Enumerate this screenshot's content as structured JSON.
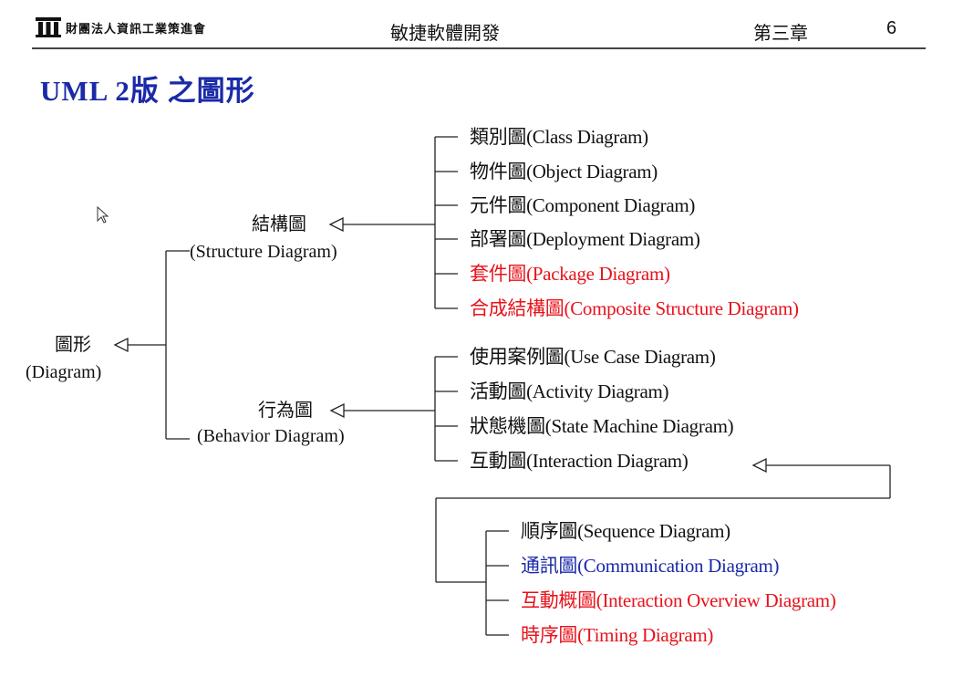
{
  "header": {
    "org": "財團法人資訊工業策進會",
    "course": "敏捷軟體開發",
    "chapter": "第三章",
    "page_number": "6"
  },
  "title": "UML 2版 之圖形",
  "root": {
    "zh": "圖形",
    "en": "(Diagram)"
  },
  "structure": {
    "zh": "結構圖",
    "en": "(Structure Diagram)",
    "items": [
      {
        "label": "類別圖(Class Diagram)",
        "color": "#111111"
      },
      {
        "label": "物件圖(Object Diagram)",
        "color": "#111111"
      },
      {
        "label": "元件圖(Component Diagram)",
        "color": "#111111"
      },
      {
        "label": "部署圖(Deployment Diagram)",
        "color": "#111111"
      },
      {
        "label": "套件圖(Package Diagram)",
        "color": "#e8121b"
      },
      {
        "label": "合成結構圖(Composite Structure Diagram)",
        "color": "#e8121b"
      }
    ]
  },
  "behavior": {
    "zh": "行為圖",
    "en": "(Behavior Diagram)",
    "items": [
      {
        "label": "使用案例圖(Use Case Diagram)",
        "color": "#111111"
      },
      {
        "label": "活動圖(Activity Diagram)",
        "color": "#111111"
      },
      {
        "label": "狀態機圖(State Machine Diagram)",
        "color": "#111111"
      },
      {
        "label": "互動圖(Interaction Diagram)",
        "color": "#111111"
      }
    ]
  },
  "interaction": {
    "items": [
      {
        "label": "順序圖(Sequence Diagram)",
        "color": "#111111"
      },
      {
        "label": "通訊圖(Communication Diagram)",
        "color": "#1a2aa8"
      },
      {
        "label": "互動概圖(Interaction Overview Diagram)",
        "color": "#e8121b"
      },
      {
        "label": "時序圖(Timing Diagram)",
        "color": "#e8121b"
      }
    ]
  }
}
